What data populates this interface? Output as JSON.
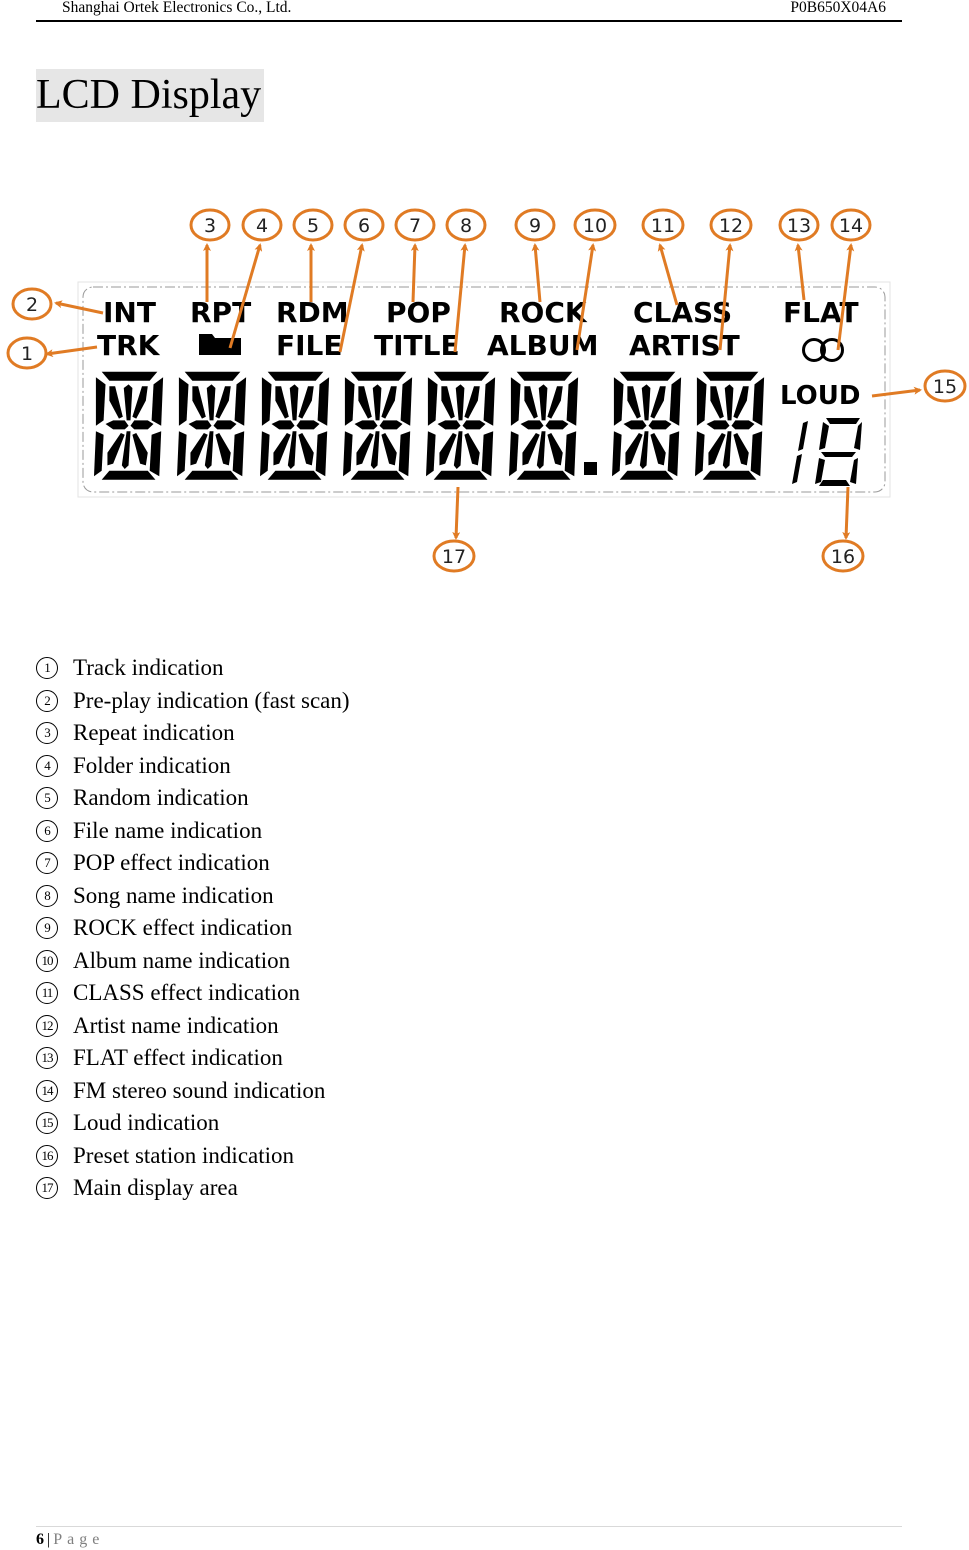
{
  "header": {
    "company": "Shanghai Ortek Electronics Co., Ltd.",
    "doc_id": "P0B650X04A6"
  },
  "section_title": "LCD Display",
  "figure": {
    "callout_color": "#e07b24",
    "lcd_labels": {
      "int": "INT",
      "trk": "TRK",
      "rpt": "RPT",
      "rdm": "RDM",
      "file": "FILE",
      "pop": "POP",
      "title": "TITLE",
      "rock": "ROCK",
      "album": "ALBUM",
      "class": "CLASS",
      "artist": "ARTIST",
      "flat": "FLAT",
      "loud": "LOUD"
    },
    "main_display_digits": 8,
    "preset_digits": "18",
    "callouts": [
      "1",
      "2",
      "3",
      "4",
      "5",
      "6",
      "7",
      "8",
      "9",
      "10",
      "11",
      "12",
      "13",
      "14",
      "15",
      "16",
      "17"
    ]
  },
  "legend": [
    {
      "num": "1",
      "text": "Track indication"
    },
    {
      "num": "2",
      "text": "Pre-play indication (fast scan)"
    },
    {
      "num": "3",
      "text": "Repeat indication"
    },
    {
      "num": "4",
      "text": "Folder indication"
    },
    {
      "num": "5",
      "text": "Random indication"
    },
    {
      "num": "6",
      "text": "File name indication"
    },
    {
      "num": "7",
      "text": "POP effect indication"
    },
    {
      "num": "8",
      "text": "Song name indication"
    },
    {
      "num": "9",
      "text": "ROCK effect indication"
    },
    {
      "num": "10",
      "text": "Album name indication"
    },
    {
      "num": "11",
      "text": "CLASS effect indication"
    },
    {
      "num": "12",
      "text": "Artist name indication"
    },
    {
      "num": "13",
      "text": "FLAT effect indication"
    },
    {
      "num": "14",
      "text": "FM stereo sound indication"
    },
    {
      "num": "15",
      "text": "Loud indication"
    },
    {
      "num": "16",
      "text": "Preset station indication"
    },
    {
      "num": "17",
      "text": "Main display area"
    }
  ],
  "footer": {
    "page_number": "6",
    "separator": "|",
    "page_word": "Page"
  }
}
